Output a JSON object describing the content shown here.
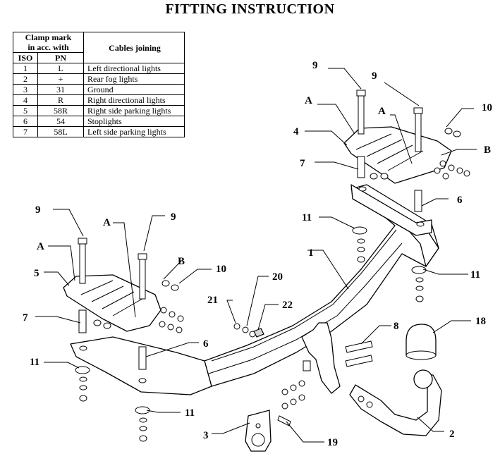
{
  "title": "FITTING INSTRUCTION",
  "table": {
    "header_clamp_line1": "Clamp mark",
    "header_clamp_line2": "in acc. with",
    "header_cables": "Cables joining",
    "header_iso": "ISO",
    "header_pn": "PN",
    "rows": [
      {
        "iso": "1",
        "pn": "L",
        "cable": "Left directional lights"
      },
      {
        "iso": "2",
        "pn": "+",
        "cable": "Rear fog lights"
      },
      {
        "iso": "3",
        "pn": "31",
        "cable": "Ground"
      },
      {
        "iso": "4",
        "pn": "R",
        "cable": "Right directional lights"
      },
      {
        "iso": "5",
        "pn": "58R",
        "cable": "Right side parking lights"
      },
      {
        "iso": "6",
        "pn": "54",
        "cable": "Stoplights"
      },
      {
        "iso": "7",
        "pn": "58L",
        "cable": "Left side parking lights"
      }
    ]
  },
  "callouts": {
    "c1": "1",
    "c2": "2",
    "c3": "3",
    "c4": "4",
    "c5": "5",
    "c6a": "6",
    "c6b": "6",
    "c7a": "7",
    "c7b": "7",
    "c8": "8",
    "c9a": "9",
    "c9b": "9",
    "c9c": "9",
    "c9d": "9",
    "c10a": "10",
    "c10b": "10",
    "c11a": "11",
    "c11b": "11",
    "c11c": "11",
    "c11d": "11",
    "c18": "18",
    "c19": "19",
    "c20": "20",
    "c21": "21",
    "c22": "22",
    "cAa": "A",
    "cAb": "A",
    "cAc": "A",
    "cAd": "A",
    "cBa": "B",
    "cBb": "B"
  }
}
